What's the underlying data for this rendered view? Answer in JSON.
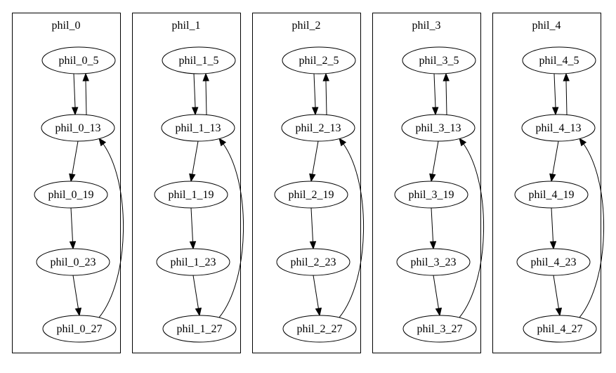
{
  "diagram": {
    "clusters": [
      {
        "label": "phil_0",
        "nodes": [
          "phil_0_5",
          "phil_0_13",
          "phil_0_19",
          "phil_0_23",
          "phil_0_27"
        ],
        "edges": [
          {
            "from": "phil_0_5",
            "to": "phil_0_13"
          },
          {
            "from": "phil_0_13",
            "to": "phil_0_5"
          },
          {
            "from": "phil_0_13",
            "to": "phil_0_19"
          },
          {
            "from": "phil_0_19",
            "to": "phil_0_23"
          },
          {
            "from": "phil_0_23",
            "to": "phil_0_27"
          },
          {
            "from": "phil_0_27",
            "to": "phil_0_13"
          }
        ]
      },
      {
        "label": "phil_1",
        "nodes": [
          "phil_1_5",
          "phil_1_13",
          "phil_1_19",
          "phil_1_23",
          "phil_1_27"
        ],
        "edges": [
          {
            "from": "phil_1_5",
            "to": "phil_1_13"
          },
          {
            "from": "phil_1_13",
            "to": "phil_1_5"
          },
          {
            "from": "phil_1_13",
            "to": "phil_1_19"
          },
          {
            "from": "phil_1_19",
            "to": "phil_1_23"
          },
          {
            "from": "phil_1_23",
            "to": "phil_1_27"
          },
          {
            "from": "phil_1_27",
            "to": "phil_1_13"
          }
        ]
      },
      {
        "label": "phil_2",
        "nodes": [
          "phil_2_5",
          "phil_2_13",
          "phil_2_19",
          "phil_2_23",
          "phil_2_27"
        ],
        "edges": [
          {
            "from": "phil_2_5",
            "to": "phil_2_13"
          },
          {
            "from": "phil_2_13",
            "to": "phil_2_5"
          },
          {
            "from": "phil_2_13",
            "to": "phil_2_19"
          },
          {
            "from": "phil_2_19",
            "to": "phil_2_23"
          },
          {
            "from": "phil_2_23",
            "to": "phil_2_27"
          },
          {
            "from": "phil_2_27",
            "to": "phil_2_13"
          }
        ]
      },
      {
        "label": "phil_3",
        "nodes": [
          "phil_3_5",
          "phil_3_13",
          "phil_3_19",
          "phil_3_23",
          "phil_3_27"
        ],
        "edges": [
          {
            "from": "phil_3_5",
            "to": "phil_3_13"
          },
          {
            "from": "phil_3_13",
            "to": "phil_3_5"
          },
          {
            "from": "phil_3_13",
            "to": "phil_3_19"
          },
          {
            "from": "phil_3_19",
            "to": "phil_3_23"
          },
          {
            "from": "phil_3_23",
            "to": "phil_3_27"
          },
          {
            "from": "phil_3_27",
            "to": "phil_3_13"
          }
        ]
      },
      {
        "label": "phil_4",
        "nodes": [
          "phil_4_5",
          "phil_4_13",
          "phil_4_19",
          "phil_4_23",
          "phil_4_27"
        ],
        "edges": [
          {
            "from": "phil_4_5",
            "to": "phil_4_13"
          },
          {
            "from": "phil_4_13",
            "to": "phil_4_5"
          },
          {
            "from": "phil_4_13",
            "to": "phil_4_19"
          },
          {
            "from": "phil_4_19",
            "to": "phil_4_23"
          },
          {
            "from": "phil_4_23",
            "to": "phil_4_27"
          },
          {
            "from": "phil_4_27",
            "to": "phil_4_13"
          }
        ]
      }
    ]
  }
}
